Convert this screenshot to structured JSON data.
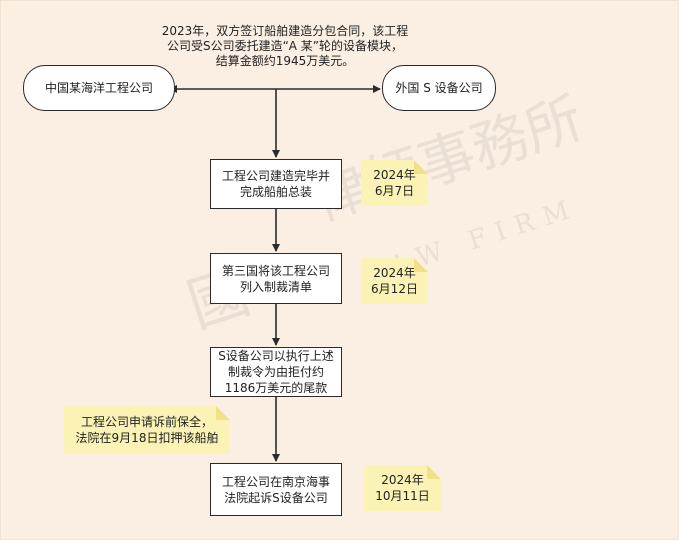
{
  "diagram": {
    "contract_note": "2023年，双方签订船舶建造分包合同，该工程\n公司受S公司委托建造“A 某”轮的设备模块，\n结算金额约1945万美元。",
    "party_left": "中国某海洋工程公司",
    "party_right": "外国 S 设备公司",
    "steps": [
      {
        "text": "工程公司建造完毕并\n完成船舶总装",
        "date": "2024年\n6月7日"
      },
      {
        "text": "第三国将该工程公司\n列入制裁清单",
        "date": "2024年\n6月12日"
      },
      {
        "text": "S设备公司以执行上述\n制裁令为由拒付约\n1186万美元的尾款"
      },
      {
        "text": "工程公司在南京海事\n法院起诉S设备公司",
        "date": "2024年\n10月11日"
      }
    ],
    "side_note": "工程公司申请诉前保全，\n法院在9月18日扣押该船舶"
  },
  "watermark": {
    "text_cn": "律師事務所",
    "text_en": "LAW FIRM",
    "text_left": "國"
  },
  "colors": {
    "background": "#fbeee2",
    "note_fill": "#fbf2b5",
    "line": "#2b2b2b"
  }
}
